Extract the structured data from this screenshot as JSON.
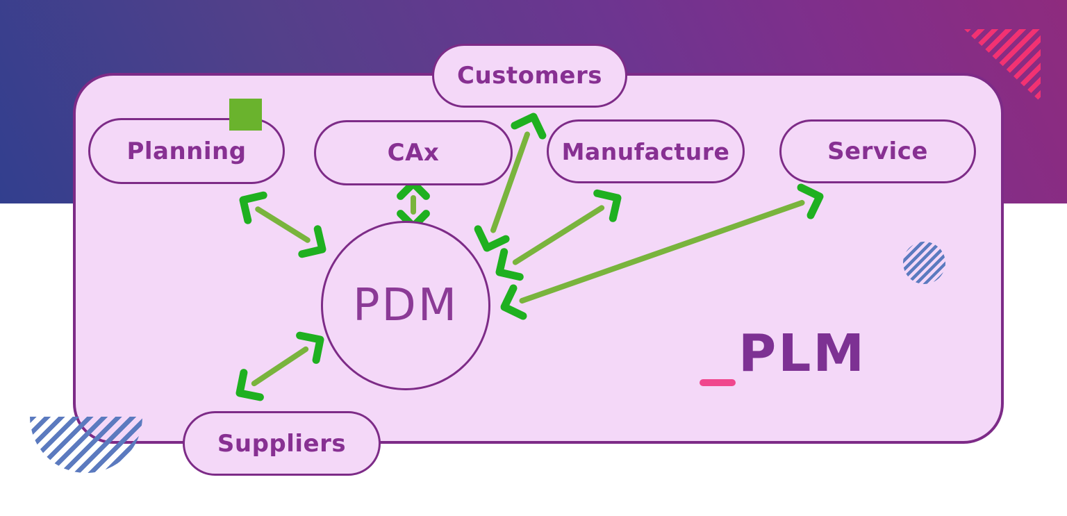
{
  "diagram": {
    "title_logo": {
      "underscore": "_",
      "text": "PLM"
    },
    "center_node": {
      "id": "pdm",
      "label": "PDM"
    },
    "nodes": [
      {
        "id": "customers",
        "label": "Customers"
      },
      {
        "id": "planning",
        "label": "Planning"
      },
      {
        "id": "cax",
        "label": "CAx"
      },
      {
        "id": "manufacture",
        "label": "Manufacture"
      },
      {
        "id": "service",
        "label": "Service"
      },
      {
        "id": "suppliers",
        "label": "Suppliers"
      }
    ],
    "edges": [
      {
        "from": "Planning",
        "to": "PDM",
        "bidirectional": true
      },
      {
        "from": "CAx",
        "to": "PDM",
        "bidirectional": true
      },
      {
        "from": "Customers",
        "to": "PDM",
        "bidirectional": true
      },
      {
        "from": "Manufacture",
        "to": "PDM",
        "bidirectional": true
      },
      {
        "from": "Service",
        "to": "PDM",
        "bidirectional": true
      },
      {
        "from": "Suppliers",
        "to": "PDM",
        "bidirectional": true
      }
    ],
    "colors": {
      "panel_fill": "#f4d8f8",
      "outline_purple": "#7d2b87",
      "label_purple": "#873092",
      "pdm_text_purple": "#8b3a96",
      "plm_text_purple": "#7d3193",
      "logo_underscore_pink": "#f0478d",
      "arrow_shaft_green": "#79b43d",
      "arrow_head_green": "#1fb020",
      "square_green": "#6ab32d",
      "stripe_blue": "#5b7abf",
      "stripe_pink": "#f23272",
      "gradient_blue": "#323f8e",
      "gradient_magenta": "#8e2b7e"
    }
  }
}
